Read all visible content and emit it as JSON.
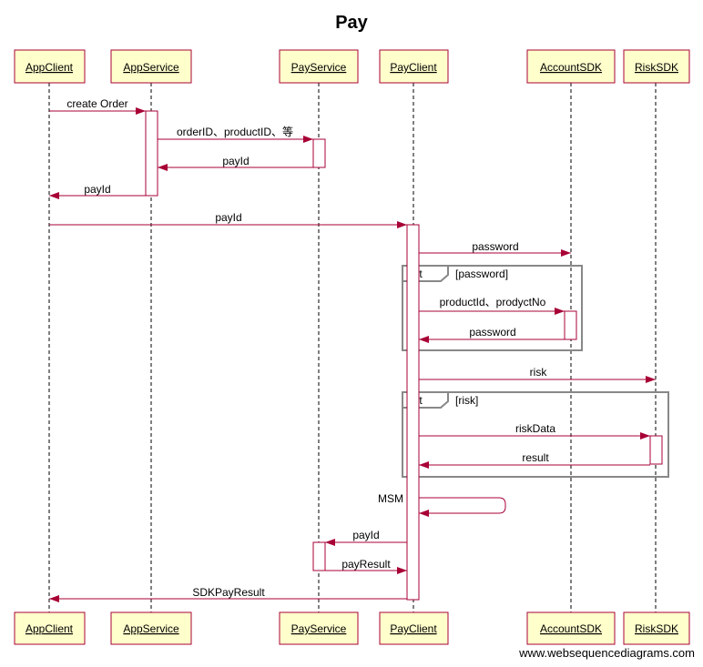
{
  "title": "Pay",
  "participants": [
    {
      "id": "appclient",
      "label": "AppClient"
    },
    {
      "id": "appservice",
      "label": "AppService"
    },
    {
      "id": "payservice",
      "label": "PayService"
    },
    {
      "id": "payclient",
      "label": "PayClient"
    },
    {
      "id": "accountsdk",
      "label": "AccountSDK"
    },
    {
      "id": "risksdk",
      "label": "RiskSDK"
    }
  ],
  "messages": [
    {
      "from": "appclient",
      "to": "appservice",
      "label": "create Order"
    },
    {
      "from": "appservice",
      "to": "payservice",
      "label": "orderID、productID、等"
    },
    {
      "from": "payservice",
      "to": "appservice",
      "label": "payId"
    },
    {
      "from": "appservice",
      "to": "appclient",
      "label": "payId"
    },
    {
      "from": "appclient",
      "to": "payclient",
      "label": "payId"
    },
    {
      "from": "payclient",
      "to": "accountsdk",
      "label": "password"
    },
    {
      "from": "payclient",
      "to": "accountsdk",
      "label": "productId、prodyctNo"
    },
    {
      "from": "accountsdk",
      "to": "payclient",
      "label": "password"
    },
    {
      "from": "payclient",
      "to": "risksdk",
      "label": "risk"
    },
    {
      "from": "payclient",
      "to": "risksdk",
      "label": "riskData"
    },
    {
      "from": "risksdk",
      "to": "payclient",
      "label": "result"
    },
    {
      "from": "payclient",
      "to": "payclient",
      "label": "MSM"
    },
    {
      "from": "payclient",
      "to": "payservice",
      "label": "payId"
    },
    {
      "from": "payservice",
      "to": "payclient",
      "label": "payResult"
    },
    {
      "from": "payclient",
      "to": "appclient",
      "label": "SDKPayResult"
    }
  ],
  "frames": [
    {
      "keyword": "opt",
      "condition": "[password]"
    },
    {
      "keyword": "opt",
      "condition": "[risk]"
    }
  ],
  "watermark": "www.websequencediagrams.com",
  "colors": {
    "accent": "#a80036",
    "actor_fill": "#ffffcc",
    "frame": "#888888"
  }
}
